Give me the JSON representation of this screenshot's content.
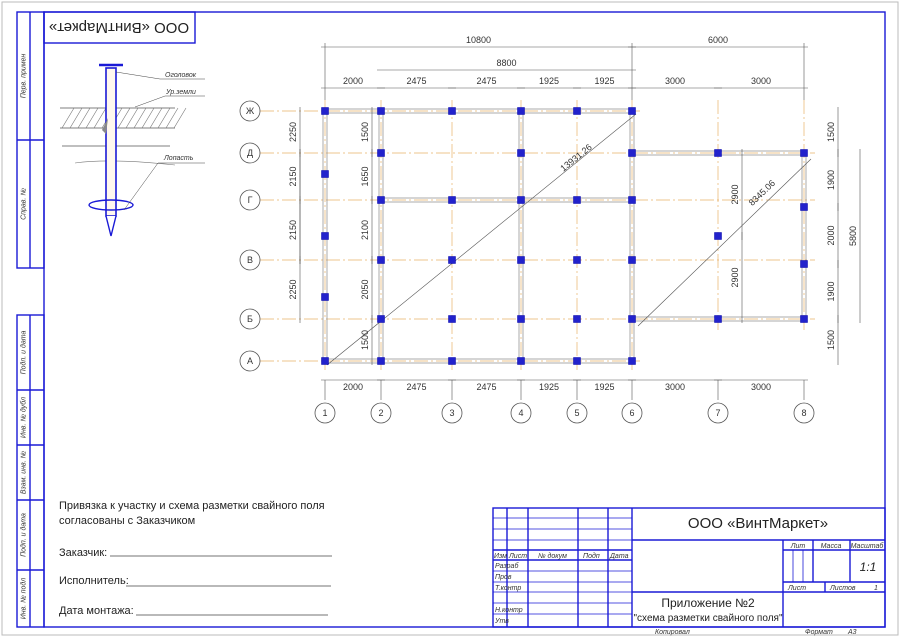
{
  "company": "ООО «ВинтМаркет»",
  "side_stamps": [
    "Перв. примен",
    "Справ. №",
    "Подп. и дата",
    "Инв. № дубл",
    "Взам. инв. №",
    "Подп. и дата",
    "Инв. № подл"
  ],
  "pile_detail": {
    "cap": "Оголовок",
    "ground": "Ур.земли",
    "blade": "Лопасть"
  },
  "axes": {
    "rows": [
      "Ж",
      "Д",
      "Г",
      "В",
      "Б",
      "А"
    ],
    "cols": [
      "1",
      "2",
      "3",
      "4",
      "5",
      "6",
      "7",
      "8"
    ]
  },
  "dimensions": {
    "overall_top": [
      "10800",
      "6000"
    ],
    "inner_top": "8800",
    "spans_x": [
      "2000",
      "2475",
      "2475",
      "1925",
      "1925",
      "3000",
      "3000"
    ],
    "left_rows": [
      "2250",
      "2150",
      "2150",
      "2250"
    ],
    "inner_rows": [
      "1500",
      "1650",
      "2100",
      "2050",
      "1500"
    ],
    "right_rows": [
      "1500",
      "1900",
      "2000",
      "1900",
      "1500"
    ],
    "right_total": "5800",
    "col7_rows": [
      "2900",
      "2900"
    ],
    "diagonals": [
      "13931.26",
      "8345.06"
    ]
  },
  "agreement": {
    "line1": "Привязка к участку и схема разметки свайного поля",
    "line2": "согласованы с Заказчиком",
    "customer": "Заказчик:",
    "contractor": "Исполнитель:",
    "date": "Дата монтажа:"
  },
  "title_block": {
    "headers": [
      "Изм",
      "Лист",
      "№ докум",
      "Подп",
      "Дата"
    ],
    "roles": [
      "Разраб",
      "Пров",
      "Т.контр",
      "Н.контр",
      "Утв"
    ],
    "lit": "Лит",
    "mass": "Масса",
    "scale_label": "Масштаб",
    "scale": "1:1",
    "sheet": "Лист",
    "sheets": "Листов",
    "sheets_count": "1",
    "title1": "Приложение №2",
    "title2": "\"схема разметки свайного поля\"",
    "copied": "Копировал",
    "format_label": "Формат",
    "format": "А3"
  }
}
